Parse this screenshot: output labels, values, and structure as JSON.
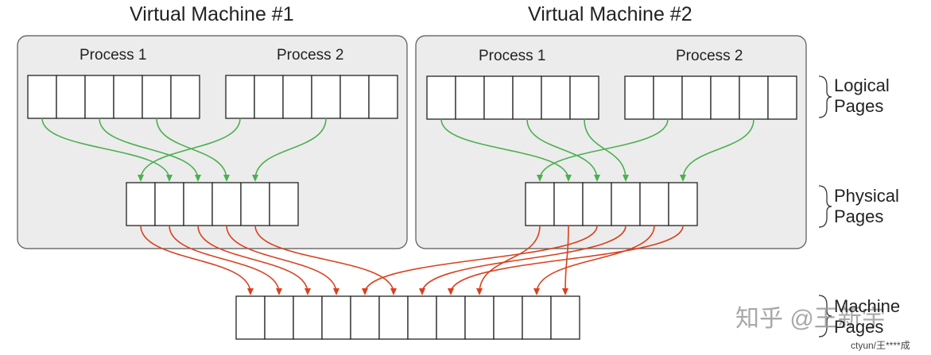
{
  "vm1": {
    "title": "Virtual Machine #1",
    "process1_label": "Process 1",
    "process2_label": "Process 2"
  },
  "vm2": {
    "title": "Virtual Machine #2",
    "process1_label": "Process 1",
    "process2_label": "Process 2"
  },
  "legend": {
    "logical": [
      "Logical",
      "Pages"
    ],
    "physical": [
      "Physical",
      "Pages"
    ],
    "machine": [
      "Machine",
      "Pages"
    ]
  },
  "watermark": {
    "text": "知乎 @王新宇"
  },
  "credit": {
    "text": "ctyun/王****成"
  },
  "colors": {
    "vm_box_fill": "#ececec",
    "vm_box_stroke": "#555555",
    "page_fill": "#ffffff",
    "page_stroke": "#222222",
    "logical_to_physical_arrow": "#4caf50",
    "physical_to_machine_arrow": "#d9411e"
  }
}
